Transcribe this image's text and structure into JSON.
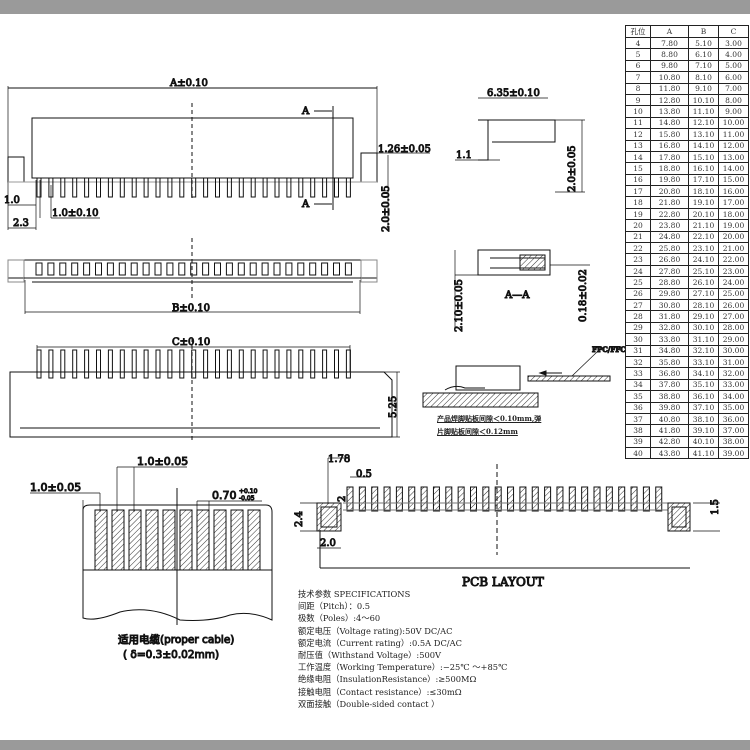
{
  "dimensions": {
    "a_total": "A±0.10",
    "b_total": "B±0.10",
    "c_total": "C±0.10",
    "section_marker": "A",
    "dim_1_26": "1.26±0.05",
    "dim_2_0_tol": "2.0±0.05",
    "dim_1_0": "1.0",
    "dim_2_3": "2.3",
    "dim_pin_1_0": "1.0±0.10",
    "dim_5_25": "5.25",
    "dim_6_35": "6.35±0.10",
    "dim_1_1": "1.1",
    "dim_2_0_side": "2.0±0.05",
    "dim_2_10": "2.10±0.05",
    "dim_0_18": "0.18±0.02",
    "section_label": "A—A"
  },
  "cable": {
    "dim_left": "1.0±0.05",
    "dim_top": "1.0±0.05",
    "dim_width": "0.70",
    "dim_width_tol_plus": "+0.10",
    "dim_width_tol_minus": "-0.05",
    "label": "适用电缆(proper cable)",
    "thickness": "( δ=0.3±0.02mm)"
  },
  "pcb": {
    "dim_1_78": "1.78",
    "dim_0_5": "0.5",
    "dim_2": "2",
    "dim_2_4": "2.4",
    "dim_2_0": "2.0",
    "dim_1_5": "1.5",
    "title": "PCB LAYOUT"
  },
  "insertion": {
    "cable_label": "FPC/FFC",
    "note_line1": "产品焊脚贴板间隙＜0.10mm,弹",
    "note_line2": "片脚贴板间隙＜0.12mm"
  },
  "table": {
    "headers": [
      "孔位",
      "A",
      "B",
      "C"
    ],
    "rows": [
      [
        "4",
        "7.80",
        "5.10",
        "3.00"
      ],
      [
        "5",
        "8.80",
        "6.10",
        "4.00"
      ],
      [
        "6",
        "9.80",
        "7.10",
        "5.00"
      ],
      [
        "7",
        "10.80",
        "8.10",
        "6.00"
      ],
      [
        "8",
        "11.80",
        "9.10",
        "7.00"
      ],
      [
        "9",
        "12.80",
        "10.10",
        "8.00"
      ],
      [
        "10",
        "13.80",
        "11.10",
        "9.00"
      ],
      [
        "11",
        "14.80",
        "12.10",
        "10.00"
      ],
      [
        "12",
        "15.80",
        "13.10",
        "11.00"
      ],
      [
        "13",
        "16.80",
        "14.10",
        "12.00"
      ],
      [
        "14",
        "17.80",
        "15.10",
        "13.00"
      ],
      [
        "15",
        "18.80",
        "16.10",
        "14.00"
      ],
      [
        "16",
        "19.80",
        "17.10",
        "15.00"
      ],
      [
        "17",
        "20.80",
        "18.10",
        "16.00"
      ],
      [
        "18",
        "21.80",
        "19.10",
        "17.00"
      ],
      [
        "19",
        "22.80",
        "20.10",
        "18.00"
      ],
      [
        "20",
        "23.80",
        "21.10",
        "19.00"
      ],
      [
        "21",
        "24.80",
        "22.10",
        "20.00"
      ],
      [
        "22",
        "25.80",
        "23.10",
        "21.00"
      ],
      [
        "23",
        "26.80",
        "24.10",
        "22.00"
      ],
      [
        "24",
        "27.80",
        "25.10",
        "23.00"
      ],
      [
        "25",
        "28.80",
        "26.10",
        "24.00"
      ],
      [
        "26",
        "29.80",
        "27.10",
        "25.00"
      ],
      [
        "27",
        "30.80",
        "28.10",
        "26.00"
      ],
      [
        "28",
        "31.80",
        "29.10",
        "27.00"
      ],
      [
        "29",
        "32.80",
        "30.10",
        "28.00"
      ],
      [
        "30",
        "33.80",
        "31.10",
        "29.00"
      ],
      [
        "31",
        "34.80",
        "32.10",
        "30.00"
      ],
      [
        "32",
        "35.80",
        "33.10",
        "31.00"
      ],
      [
        "33",
        "36.80",
        "34.10",
        "32.00"
      ],
      [
        "34",
        "37.80",
        "35.10",
        "33.00"
      ],
      [
        "35",
        "38.80",
        "36.10",
        "34.00"
      ],
      [
        "36",
        "39.80",
        "37.10",
        "35.00"
      ],
      [
        "37",
        "40.80",
        "38.10",
        "36.00"
      ],
      [
        "38",
        "41.80",
        "39.10",
        "37.00"
      ],
      [
        "39",
        "42.80",
        "40.10",
        "38.00"
      ],
      [
        "40",
        "43.80",
        "41.10",
        "39.00"
      ]
    ]
  },
  "specifications": [
    "技术参数 SPECIFICATIONS",
    "间距（Pitch）：0.5",
    "极数（Poles）:4～60",
    "额定电压（Voltage rating):50V DC/AC",
    "额定电流（Current rating）:0.5A DC/AC",
    "耐压值（Withstand Voltage）:500V",
    "工作温度（Working Temperature）:−25℃ ～+85℃",
    "绝缘电阻（InsulationResistance）:≥500MΩ",
    "接触电阻（Contact resistance）:≤30mΩ",
    "双面接触（Double-sided contact ）"
  ]
}
